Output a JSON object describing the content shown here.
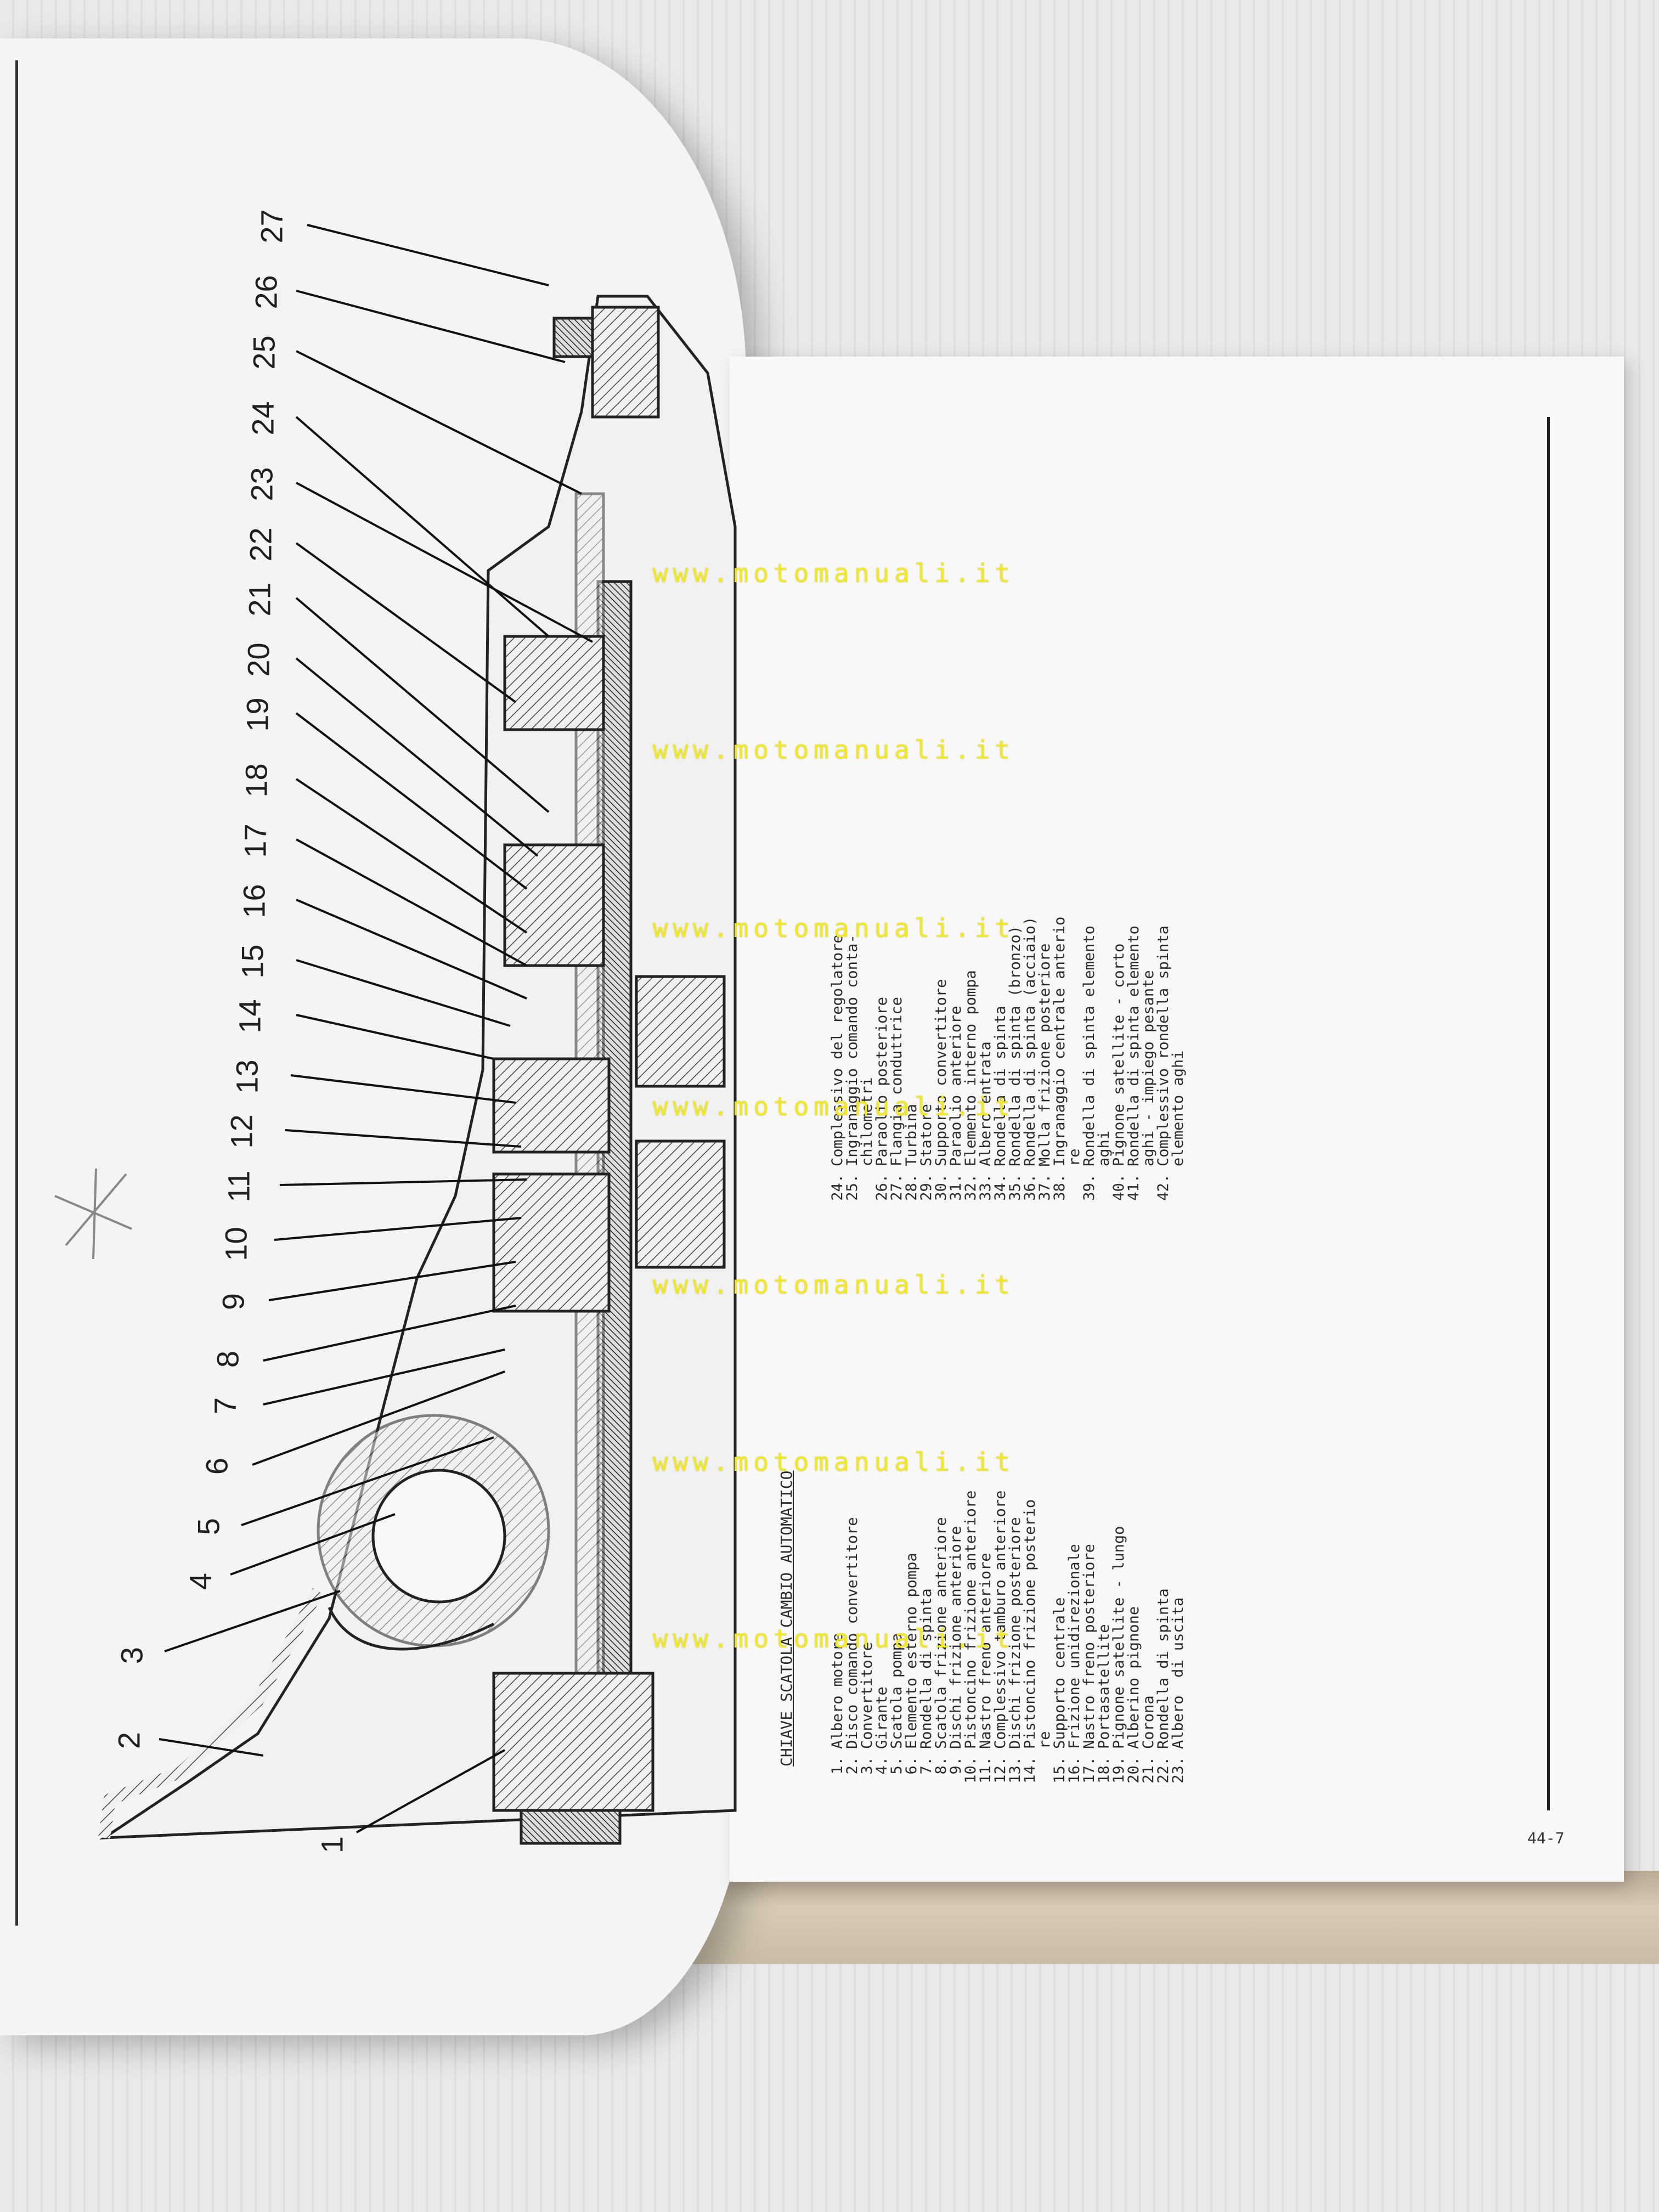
{
  "document": {
    "legend_title": "CHIAVE SCATOLA CAMBIO AUTOMATICO",
    "page_number": "44-7",
    "watermark": "www.motomanuali.it",
    "legend_left": [
      {
        "n": "1.",
        "t": "Albero motore"
      },
      {
        "n": "2.",
        "t": "Disco comando convertitore"
      },
      {
        "n": "3.",
        "t": "Convertitore"
      },
      {
        "n": "4.",
        "t": "Girante"
      },
      {
        "n": "5.",
        "t": "Scatola pompa"
      },
      {
        "n": "6.",
        "t": "Elemento esterno pompa"
      },
      {
        "n": "7.",
        "t": "Rondella di spinta"
      },
      {
        "n": "8.",
        "t": "Scatola frizione anteriore"
      },
      {
        "n": "9.",
        "t": "Dischi frizione anteriore"
      },
      {
        "n": "10.",
        "t": "Pistoncino frizione anteriore"
      },
      {
        "n": "11.",
        "t": "Nastro freno anteriore"
      },
      {
        "n": "12.",
        "t": "Complessivo tamburo anteriore"
      },
      {
        "n": "13.",
        "t": "Dischi frizione posteriore"
      },
      {
        "n": "14.",
        "t": "Pistoncino frizione posterio",
        "c": "re"
      },
      {
        "n": "15.",
        "t": "Supporto centrale"
      },
      {
        "n": "16.",
        "t": "Frizione unidirezionale"
      },
      {
        "n": "17.",
        "t": "Nastro freno posteriore"
      },
      {
        "n": "18.",
        "t": "Portasatellite"
      },
      {
        "n": "19.",
        "t": "Pignone satellite - lungo"
      },
      {
        "n": "20.",
        "t": "Alberino pignone"
      },
      {
        "n": "21.",
        "t": "Corona"
      },
      {
        "n": "22.",
        "t": "Rondella di spinta"
      },
      {
        "n": "23.",
        "t": "Albero  di uscita"
      }
    ],
    "legend_right": [
      {
        "n": "24.",
        "t": "Complessivo del regolatore"
      },
      {
        "n": "25.",
        "t": "Ingranaggio comando conta-",
        "c": "chilometri"
      },
      {
        "n": "26.",
        "t": "Paraolio posteriore"
      },
      {
        "n": "27.",
        "t": "Flangia conduttrice"
      },
      {
        "n": "28.",
        "t": "Turbina"
      },
      {
        "n": "29.",
        "t": "Statore"
      },
      {
        "n": "30.",
        "t": "Supporto convertitore"
      },
      {
        "n": "31.",
        "t": "Paraolio anteriore"
      },
      {
        "n": "32.",
        "t": "Elemento interno pompa"
      },
      {
        "n": "33.",
        "t": "Albero entrata"
      },
      {
        "n": "34.",
        "t": "Rondella di spinta"
      },
      {
        "n": "35.",
        "t": "Rondella di spinta (bronzo)"
      },
      {
        "n": "36.",
        "t": "Rondella di spinta (acciaio)"
      },
      {
        "n": "37.",
        "t": "Molla frizione posteriore"
      },
      {
        "n": "38.",
        "t": "Ingranaggio centrale anterio",
        "c": "re"
      },
      {
        "n": "39.",
        "t": "Rondella di spinta elemento",
        "c": "aghi"
      },
      {
        "n": "40.",
        "t": "Pignone satellite - corto"
      },
      {
        "n": "41.",
        "t": "Rondella di spinta elemento",
        "c": "aghi - impiego pesante"
      },
      {
        "n": "42.",
        "t": "Complessivo rondella spinta",
        "c": "elemento aghi"
      }
    ]
  },
  "callouts": [
    "1",
    "2",
    "3",
    "4",
    "5",
    "6",
    "7",
    "8",
    "9",
    "10",
    "11",
    "12",
    "13",
    "14",
    "15",
    "16",
    "17",
    "18",
    "19",
    "20",
    "21",
    "22",
    "23",
    "24",
    "25",
    "26",
    "27"
  ],
  "colors": {
    "watermark": "#f2ea1f",
    "ink": "#2b2b2b"
  }
}
